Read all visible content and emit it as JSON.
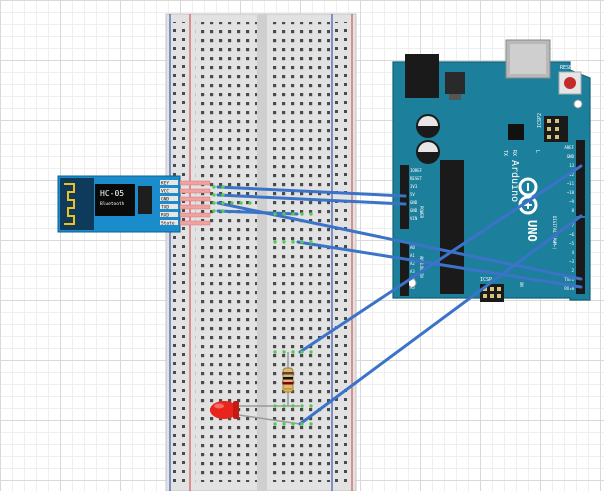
{
  "hc05": {
    "model": "HC-05",
    "subtitle": "Bluetooth",
    "pins": [
      "KEY",
      "VCC",
      "GND",
      "TXD",
      "RXD",
      "State"
    ]
  },
  "arduino": {
    "reset_label": "RESET",
    "icsp2_label": "ICSP2",
    "icsp_label": "ICSP",
    "tx_label": "TX",
    "rx_label": "RX",
    "l_label": "L",
    "brand": "Arduino",
    "model": "UNO",
    "power_label": "POWER",
    "analog_label": "ANALOG IN",
    "digital_label": "DIGITAL (PWM~)",
    "on_label": "ON",
    "power_pins": [
      "IOREF",
      "RESET",
      "3V3",
      "5V",
      "GND",
      "GND",
      "VIN"
    ],
    "analog_pins": [
      "A0",
      "A1",
      "A2",
      "A3",
      "A4",
      "A5"
    ],
    "digital_pins_top": [
      "AREF",
      "GND",
      "13",
      "12",
      "~11",
      "~10",
      "~9",
      "8"
    ],
    "digital_pins_bottom": [
      "7",
      "~6",
      "~5",
      "4",
      "~3",
      "2",
      "TX▸1",
      "RX◂0"
    ]
  },
  "colors": {
    "wire": "#3b73c8",
    "board": "#1c7f9c",
    "hc05_board": "#1a8ccc",
    "breadboard": "#e5e5e5",
    "led": "#e8241c",
    "connection_dot": "#57c957"
  }
}
